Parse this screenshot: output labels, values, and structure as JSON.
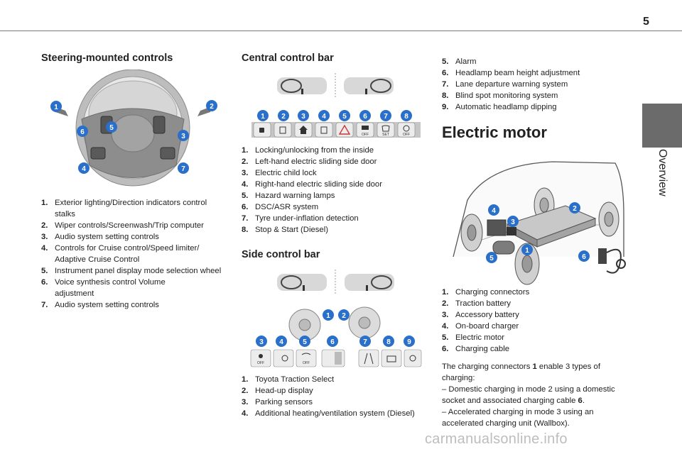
{
  "page_number": "5",
  "side_tab_label": "Overview",
  "steering": {
    "heading": "Steering-mounted controls",
    "callouts": [
      "1",
      "2",
      "3",
      "4",
      "5",
      "6",
      "7"
    ],
    "items": [
      {
        "num": "1.",
        "text": "Exterior lighting/Direction indicators control stalks"
      },
      {
        "num": "2.",
        "text": "Wiper controls/Screenwash/Trip computer"
      },
      {
        "num": "3.",
        "text": "Audio system setting controls"
      },
      {
        "num": "4.",
        "text": "Controls for Cruise control/Speed limiter/ Adaptive Cruise Control"
      },
      {
        "num": "5.",
        "text": "Instrument panel display mode selection wheel"
      },
      {
        "num": "6.",
        "text": "Voice synthesis control Volume adjustment"
      },
      {
        "num": "7.",
        "text": "Audio system setting controls"
      }
    ]
  },
  "central": {
    "heading": "Central control bar",
    "callouts": [
      "1",
      "2",
      "3",
      "4",
      "5",
      "6",
      "7",
      "8"
    ],
    "button_labels": {
      "dsc": "OFF",
      "set": "SET",
      "stop": "OFF"
    },
    "items": [
      {
        "num": "1.",
        "text": "Locking/unlocking from the inside"
      },
      {
        "num": "2.",
        "text": "Left-hand electric sliding side door"
      },
      {
        "num": "3.",
        "text": "Electric child lock"
      },
      {
        "num": "4.",
        "text": "Right-hand electric sliding side door"
      },
      {
        "num": "5.",
        "text": "Hazard warning lamps"
      },
      {
        "num": "6.",
        "text": "DSC/ASR system"
      },
      {
        "num": "7.",
        "text": "Tyre under-inflation detection"
      },
      {
        "num": "8.",
        "text": "Stop & Start (Diesel)"
      }
    ]
  },
  "side": {
    "heading": "Side control bar",
    "callouts_top": [
      "1",
      "2"
    ],
    "callouts_bottom": [
      "3",
      "4",
      "5",
      "6",
      "7",
      "8",
      "9"
    ],
    "button_labels": {
      "park": "OFF",
      "heat": "OFF"
    },
    "items": [
      {
        "num": "1.",
        "text": "Toyota Traction Select"
      },
      {
        "num": "2.",
        "text": "Head-up display"
      },
      {
        "num": "3.",
        "text": "Parking sensors"
      },
      {
        "num": "4.",
        "text": "Additional heating/ventilation system (Diesel)"
      }
    ]
  },
  "right_list": {
    "items": [
      {
        "num": "5.",
        "text": "Alarm"
      },
      {
        "num": "6.",
        "text": "Headlamp beam height adjustment"
      },
      {
        "num": "7.",
        "text": "Lane departure warning system"
      },
      {
        "num": "8.",
        "text": "Blind spot monitoring system"
      },
      {
        "num": "9.",
        "text": "Automatic headlamp dipping"
      }
    ]
  },
  "electric": {
    "heading": "Electric motor",
    "callouts": [
      "1",
      "2",
      "3",
      "4",
      "5",
      "6"
    ],
    "items": [
      {
        "num": "1.",
        "text": "Charging connectors"
      },
      {
        "num": "2.",
        "text": "Traction battery"
      },
      {
        "num": "3.",
        "text": "Accessory battery"
      },
      {
        "num": "4.",
        "text": "On-board charger"
      },
      {
        "num": "5.",
        "text": "Electric motor"
      },
      {
        "num": "6.",
        "text": "Charging cable"
      }
    ],
    "para1_a": "The charging connectors ",
    "para1_b": "1",
    "para1_c": " enable 3 types of charging:",
    "para2": "– Domestic charging in mode 2 using a domestic socket and associated charging cable ",
    "para2_b": "6",
    "para2_c": ".",
    "para3": "– Accelerated charging in mode 3 using an accelerated charging unit (Wallbox)."
  },
  "watermark": "carmanualsonline.info",
  "colors": {
    "accent": "#2a6fc9",
    "tab": "#6b6b6b",
    "rule": "#7a7a7a"
  }
}
